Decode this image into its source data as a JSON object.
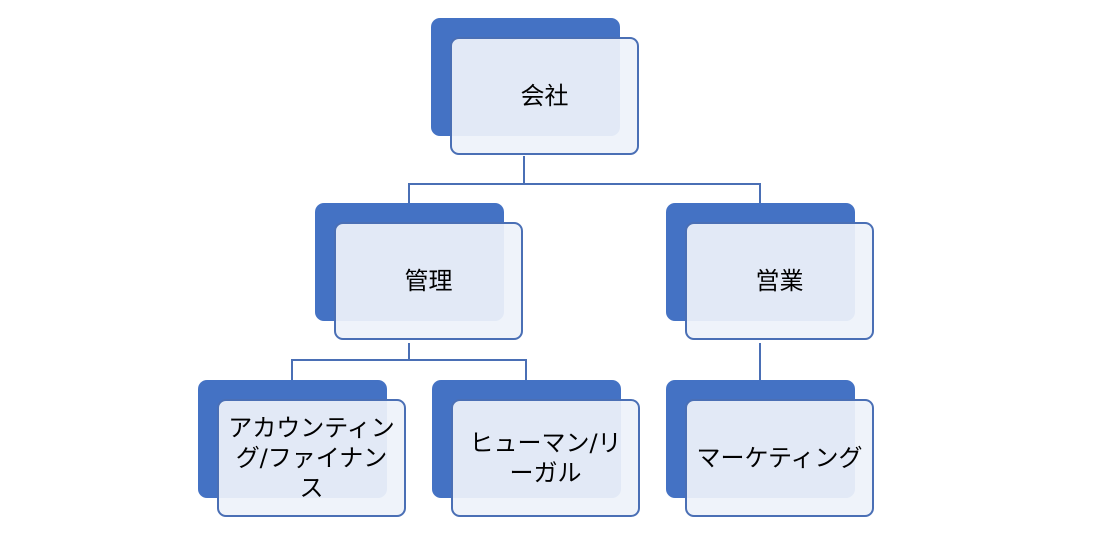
{
  "diagram": {
    "type": "org-chart",
    "colors": {
      "shadow": "#4472c4",
      "card_fill": "#eef2fa",
      "card_border": "#4a6fb5",
      "connector": "#4a6fb5",
      "text": "#000000"
    },
    "nodes": {
      "company": {
        "label": "会社"
      },
      "management": {
        "label": "管理"
      },
      "sales": {
        "label": "営業"
      },
      "accounting": {
        "label": "アカウンティング/ファイナンス"
      },
      "hr_legal": {
        "label": "ヒューマン/リーガル"
      },
      "marketing": {
        "label": "マーケティング"
      }
    },
    "edges": [
      {
        "from": "company",
        "to": "management"
      },
      {
        "from": "company",
        "to": "sales"
      },
      {
        "from": "management",
        "to": "accounting"
      },
      {
        "from": "management",
        "to": "hr_legal"
      },
      {
        "from": "sales",
        "to": "marketing"
      }
    ]
  }
}
